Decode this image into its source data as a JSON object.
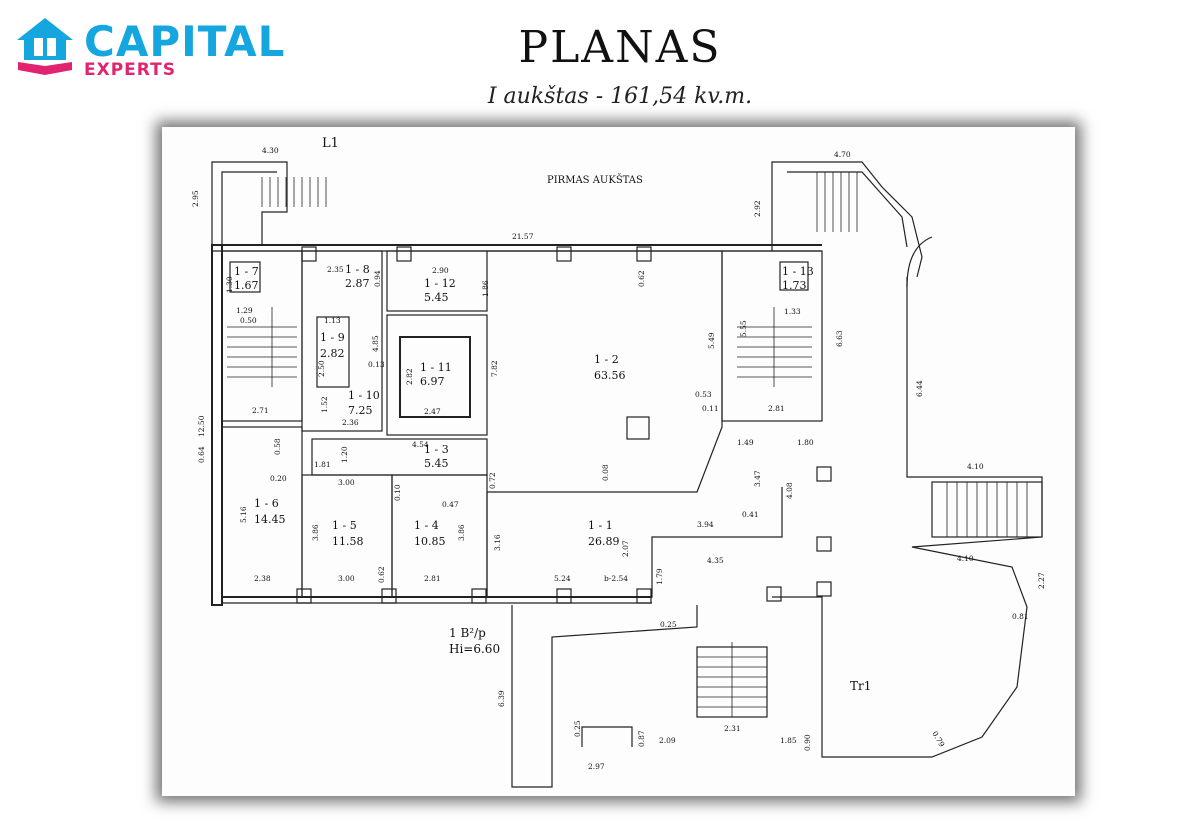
{
  "brand": {
    "name": "CAPITAL",
    "sub": "EXPERTS",
    "color_primary": "#15a6df",
    "color_accent": "#e0246f"
  },
  "header": {
    "title": "PLANAS",
    "subtitle": "I aukštas - 161,54 kv.m."
  },
  "plan": {
    "floor_label": "PIRMAS AUKŠTAS",
    "stair_label": "L1",
    "terrace_label": "Tr1",
    "building_label_1": "1 B²/p",
    "building_label_2": "Hi=6.60",
    "rooms": [
      {
        "id": "1 - 7",
        "area": "1.67"
      },
      {
        "id": "1 - 8",
        "area": "2.87"
      },
      {
        "id": "1 - 12",
        "area": "5.45"
      },
      {
        "id": "1 - 9",
        "area": "2.82"
      },
      {
        "id": "1 - 11",
        "area": "6.97"
      },
      {
        "id": "1 - 10",
        "area": "7.25"
      },
      {
        "id": "1 - 2",
        "area": "63.56"
      },
      {
        "id": "1 - 13",
        "area": "1.73"
      },
      {
        "id": "1 - 3",
        "area": "5.45"
      },
      {
        "id": "1 - 6",
        "area": "14.45"
      },
      {
        "id": "1 - 5",
        "area": "11.58"
      },
      {
        "id": "1 - 4",
        "area": "10.85"
      },
      {
        "id": "1 - 1",
        "area": "26.89"
      }
    ],
    "dims": [
      "4.30",
      "2.95",
      "4.70",
      "2.92",
      "21.57",
      "2.35",
      "0.94",
      "2.90",
      "1.86",
      "0.62",
      "5.49",
      "5.55",
      "6.63",
      "1.30",
      "1.29",
      "0.50",
      "1.13",
      "4.85",
      "0.13",
      "2.50",
      "2.82",
      "7.82",
      "0.53",
      "0.11",
      "2.81",
      "2.71",
      "1.52",
      "2.36",
      "2.47",
      "6.44",
      "12.50",
      "0.64",
      "0.58",
      "4.54",
      "1.20",
      "1.49",
      "1.80",
      "1.81",
      "0.20",
      "3.00",
      "0.10",
      "0.47",
      "0.72",
      "0.08",
      "3.47",
      "4.08",
      "4.10",
      "5.16",
      "3.86",
      "3.86",
      "3.16",
      "0.41",
      "3.94",
      "4.35",
      "2.07",
      "2.38",
      "3.00",
      "0.62",
      "2.81",
      "5.24",
      "b-2.54",
      "1.79",
      "2.27",
      "4.10",
      "0.25",
      "0.81",
      "6.39",
      "0.25",
      "0.87",
      "2.09",
      "2.31",
      "1.85",
      "0.90",
      "0.79",
      "2.97",
      "1.33"
    ]
  }
}
